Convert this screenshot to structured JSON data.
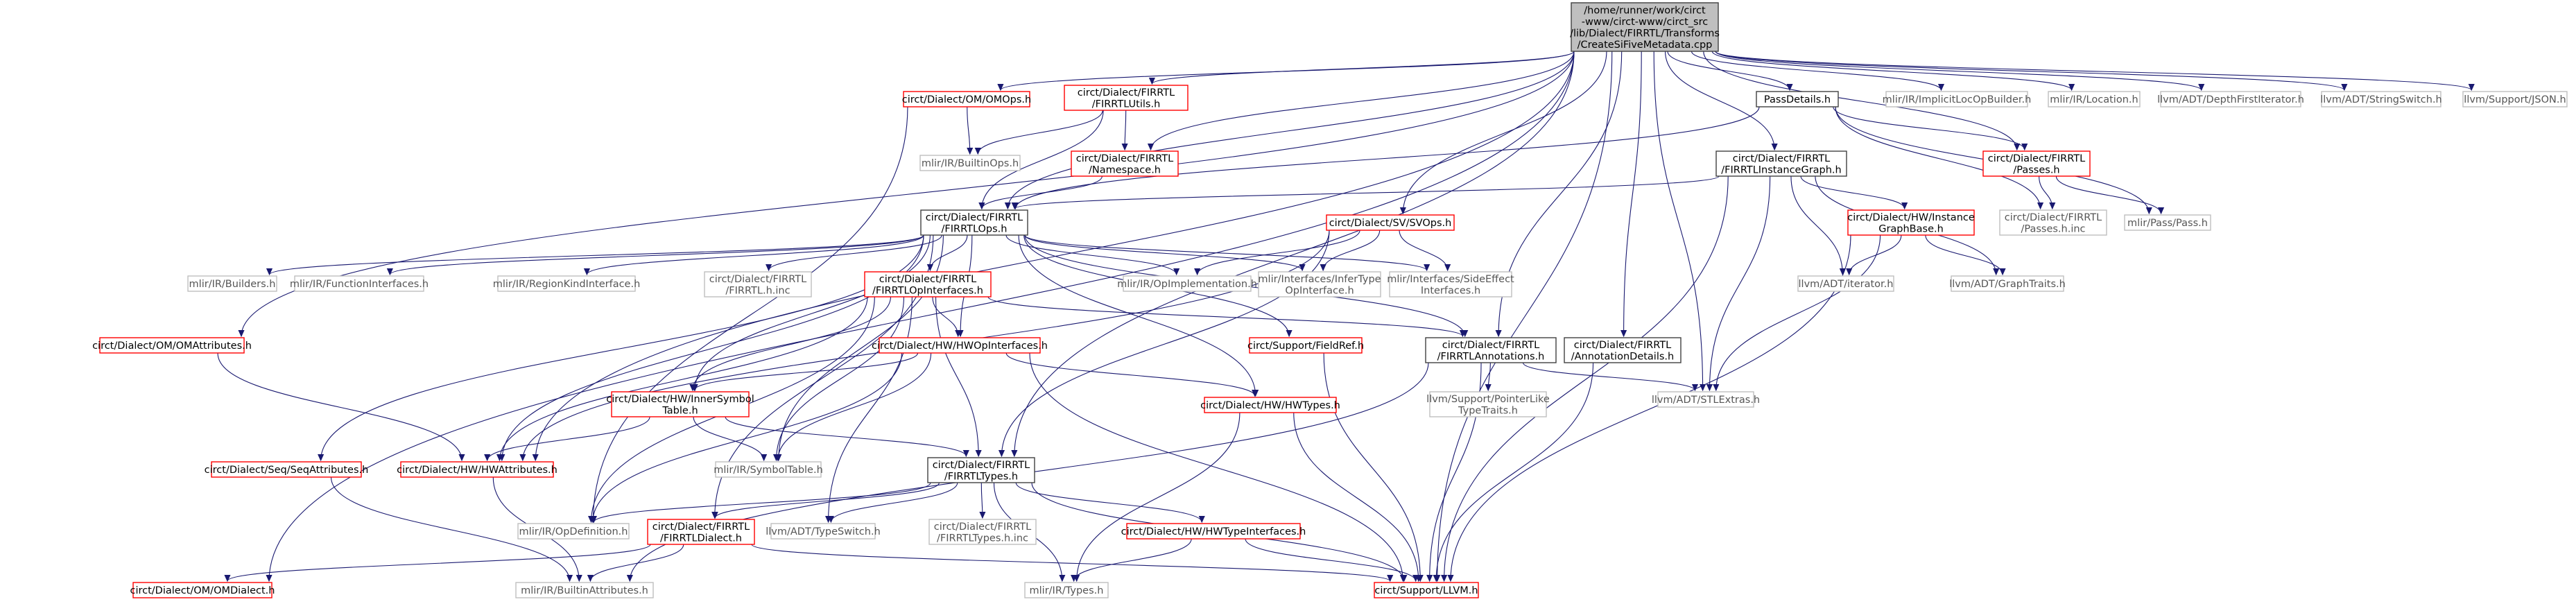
{
  "diagram": {
    "type": "include-dependency-graph",
    "root": {
      "id": "root",
      "lines": [
        "/home/runner/work/circt",
        "-www/circt-www/circt_src",
        "/lib/Dialect/FIRRTL/Transforms",
        "/CreateSiFiveMetadata.cpp"
      ]
    },
    "nodes": [
      {
        "id": "om_ops",
        "lines": [
          "circt/Dialect/OM/OMOps.h"
        ]
      },
      {
        "id": "firrtl_utils",
        "lines": [
          "circt/Dialect/FIRRTL",
          "/FIRRTLUtils.h"
        ]
      },
      {
        "id": "builtin_ops",
        "lines": [
          "mlir/IR/BuiltinOps.h"
        ]
      },
      {
        "id": "namespace",
        "lines": [
          "circt/Dialect/FIRRTL",
          "/Namespace.h"
        ]
      },
      {
        "id": "firrtl_ops",
        "lines": [
          "circt/Dialect/FIRRTL",
          "/FIRRTLOps.h"
        ]
      },
      {
        "id": "pass_details",
        "lines": [
          "PassDetails.h"
        ]
      },
      {
        "id": "passes",
        "lines": [
          "circt/Dialect/FIRRTL",
          "/Passes.h"
        ]
      },
      {
        "id": "passes_inc",
        "lines": [
          "circt/Dialect/FIRRTL",
          "/Passes.h.inc"
        ]
      },
      {
        "id": "pass",
        "lines": [
          "mlir/Pass/Pass.h"
        ]
      },
      {
        "id": "instance_graph",
        "lines": [
          "circt/Dialect/FIRRTL",
          "/FIRRTLInstanceGraph.h"
        ]
      },
      {
        "id": "hw_instance_graph_base",
        "lines": [
          "circt/Dialect/HW/Instance",
          "GraphBase.h"
        ]
      },
      {
        "id": "iterator",
        "lines": [
          "llvm/ADT/iterator.h"
        ]
      },
      {
        "id": "graph_traits",
        "lines": [
          "llvm/ADT/GraphTraits.h"
        ]
      },
      {
        "id": "implicit_loc",
        "lines": [
          "mlir/IR/ImplicitLocOpBuilder.h"
        ]
      },
      {
        "id": "location",
        "lines": [
          "mlir/IR/Location.h"
        ]
      },
      {
        "id": "depth_first",
        "lines": [
          "llvm/ADT/DepthFirstIterator.h"
        ]
      },
      {
        "id": "string_switch",
        "lines": [
          "llvm/ADT/StringSwitch.h"
        ]
      },
      {
        "id": "json",
        "lines": [
          "llvm/Support/JSON.h"
        ]
      },
      {
        "id": "sv_ops",
        "lines": [
          "circt/Dialect/SV/SVOps.h"
        ]
      },
      {
        "id": "builders",
        "lines": [
          "mlir/IR/Builders.h"
        ]
      },
      {
        "id": "function_interfaces",
        "lines": [
          "mlir/IR/FunctionInterfaces.h"
        ]
      },
      {
        "id": "region_kind",
        "lines": [
          "mlir/IR/RegionKindInterface.h"
        ]
      },
      {
        "id": "firrtl_h_inc",
        "lines": [
          "circt/Dialect/FIRRTL",
          "/FIRRTL.h.inc"
        ]
      },
      {
        "id": "op_implementation",
        "lines": [
          "mlir/IR/OpImplementation.h"
        ]
      },
      {
        "id": "infer_type",
        "lines": [
          "mlir/Interfaces/InferType",
          "OpInterface.h"
        ]
      },
      {
        "id": "side_effect",
        "lines": [
          "mlir/Interfaces/SideEffect",
          "Interfaces.h"
        ]
      },
      {
        "id": "om_attributes",
        "lines": [
          "circt/Dialect/OM/OMAttributes.h"
        ]
      },
      {
        "id": "firrtl_op_interfaces",
        "lines": [
          "circt/Dialect/FIRRTL",
          "/FIRRTLOpInterfaces.h"
        ]
      },
      {
        "id": "field_ref",
        "lines": [
          "circt/Support/FieldRef.h"
        ]
      },
      {
        "id": "firrtl_annotations",
        "lines": [
          "circt/Dialect/FIRRTL",
          "/FIRRTLAnnotations.h"
        ]
      },
      {
        "id": "annotation_details",
        "lines": [
          "circt/Dialect/FIRRTL",
          "/AnnotationDetails.h"
        ]
      },
      {
        "id": "hw_op_interfaces",
        "lines": [
          "circt/Dialect/HW/HWOpInterfaces.h"
        ]
      },
      {
        "id": "pointer_like",
        "lines": [
          "llvm/Support/PointerLike",
          "TypeTraits.h"
        ]
      },
      {
        "id": "stl_extras",
        "lines": [
          "llvm/ADT/STLExtras.h"
        ]
      },
      {
        "id": "inner_symbol_table",
        "lines": [
          "circt/Dialect/HW/InnerSymbol",
          "Table.h"
        ]
      },
      {
        "id": "hw_types",
        "lines": [
          "circt/Dialect/HW/HWTypes.h"
        ]
      },
      {
        "id": "seq_attributes",
        "lines": [
          "circt/Dialect/Seq/SeqAttributes.h"
        ]
      },
      {
        "id": "hw_attributes",
        "lines": [
          "circt/Dialect/HW/HWAttributes.h"
        ]
      },
      {
        "id": "symbol_table",
        "lines": [
          "mlir/IR/SymbolTable.h"
        ]
      },
      {
        "id": "firrtl_types",
        "lines": [
          "circt/Dialect/FIRRTL",
          "/FIRRTLTypes.h"
        ]
      },
      {
        "id": "op_definition",
        "lines": [
          "mlir/IR/OpDefinition.h"
        ]
      },
      {
        "id": "firrtl_dialect",
        "lines": [
          "circt/Dialect/FIRRTL",
          "/FIRRTLDialect.h"
        ]
      },
      {
        "id": "type_switch",
        "lines": [
          "llvm/ADT/TypeSwitch.h"
        ]
      },
      {
        "id": "firrtl_types_inc",
        "lines": [
          "circt/Dialect/FIRRTL",
          "/FIRRTLTypes.h.inc"
        ]
      },
      {
        "id": "hw_type_interfaces",
        "lines": [
          "circt/Dialect/HW/HWTypeInterfaces.h"
        ]
      },
      {
        "id": "om_dialect",
        "lines": [
          "circt/Dialect/OM/OMDialect.h"
        ]
      },
      {
        "id": "builtin_attributes",
        "lines": [
          "mlir/IR/BuiltinAttributes.h"
        ]
      },
      {
        "id": "ir_types",
        "lines": [
          "mlir/IR/Types.h"
        ]
      },
      {
        "id": "support_llvm",
        "lines": [
          "circt/Support/LLVM.h"
        ]
      }
    ]
  },
  "colors": {
    "edge": "#191970",
    "root_fill": "#bfbfbf",
    "documented_border": "#404040",
    "undocumented_border": "#bfbfbf",
    "truncated_border": "#ff0000"
  }
}
